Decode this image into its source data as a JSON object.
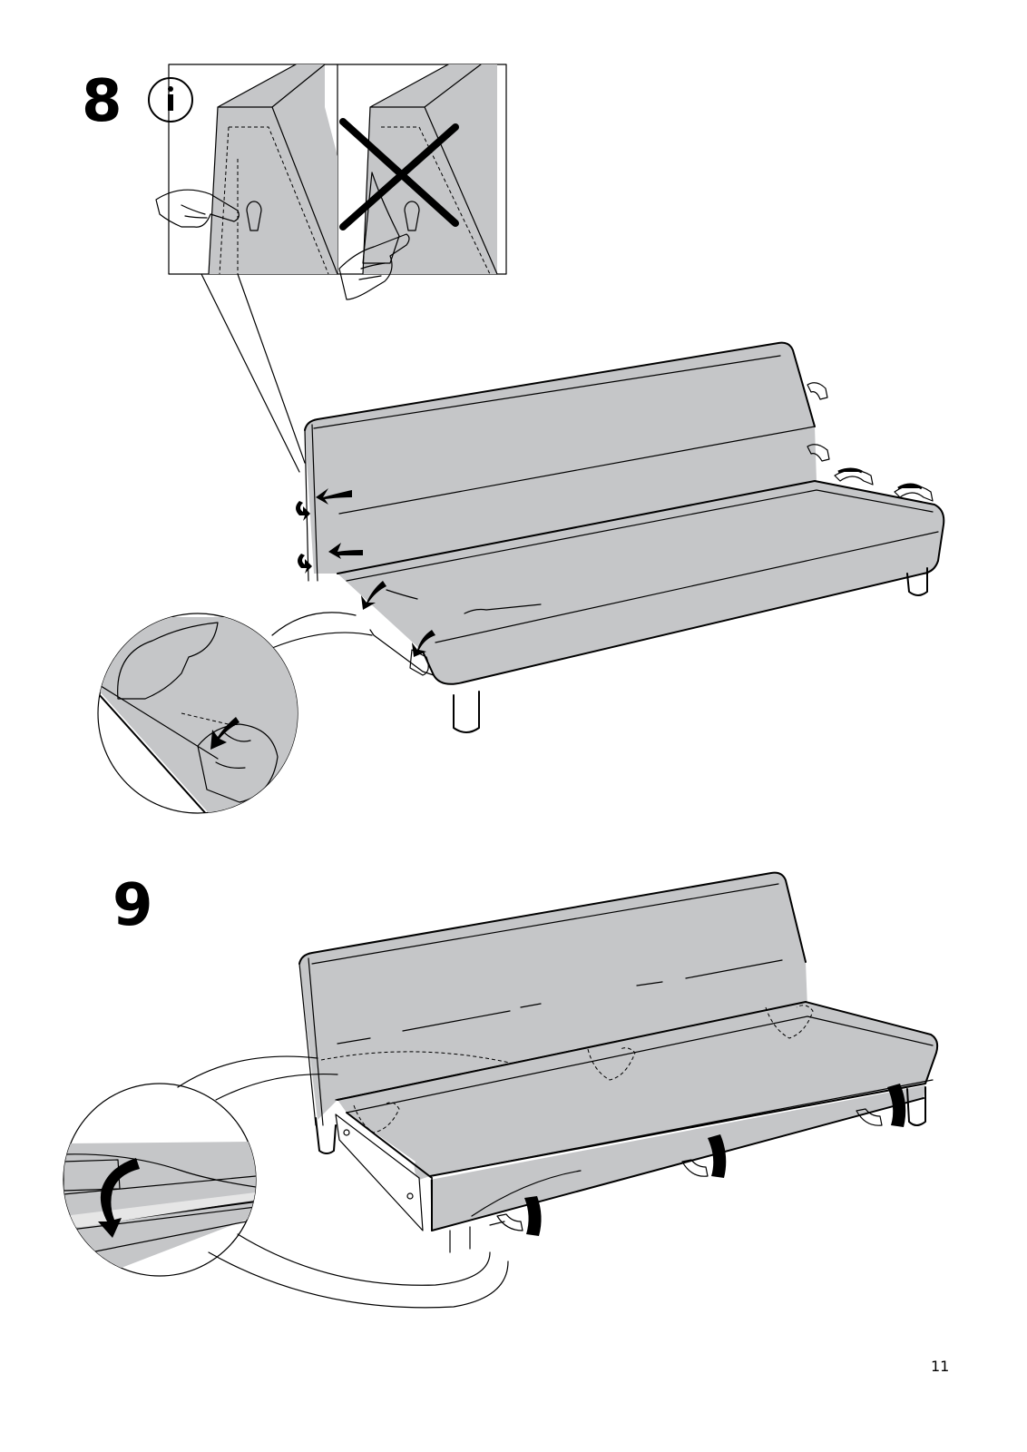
{
  "steps": [
    {
      "number": "8"
    },
    {
      "number": "9"
    }
  ],
  "icons": {
    "info": "info-icon"
  },
  "colors": {
    "illustration_fill": "#c5c6c8",
    "line": "#000000",
    "background": "#ffffff"
  },
  "page_number": "11"
}
